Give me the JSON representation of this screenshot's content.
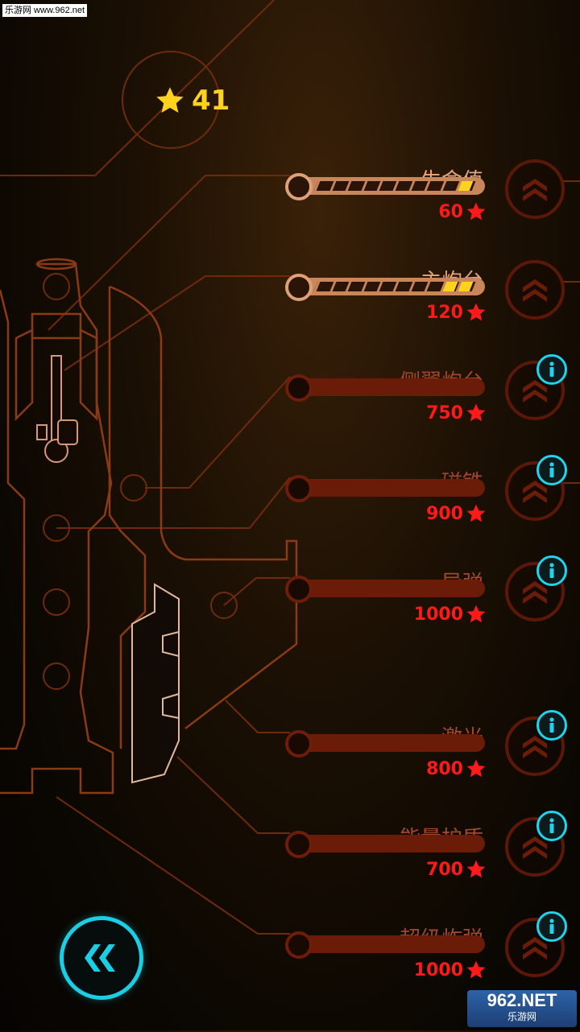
{
  "watermark": {
    "top_text": "乐游网 www.962.net",
    "logo_text": "962.NET",
    "logo_subtext": "乐游网"
  },
  "stars": {
    "value": "41",
    "icon": "star-icon",
    "color": "#ffd21e"
  },
  "upgrades": [
    {
      "name": "生命值",
      "cost": "60",
      "locked": false,
      "level": 1,
      "max_level": 10
    },
    {
      "name": "主炮台",
      "cost": "120",
      "locked": false,
      "level": 2,
      "max_level": 10
    },
    {
      "name": "侧翼炮台",
      "cost": "750",
      "locked": true,
      "level": 0,
      "max_level": 10
    },
    {
      "name": "磁铁",
      "cost": "900",
      "locked": true,
      "level": 0,
      "max_level": 10
    },
    {
      "name": "导弹",
      "cost": "1000",
      "locked": true,
      "level": 0,
      "max_level": 10
    },
    {
      "name": "激光",
      "cost": "800",
      "locked": true,
      "level": 0,
      "max_level": 10
    },
    {
      "name": "能量护盾",
      "cost": "700",
      "locked": true,
      "level": 0,
      "max_level": 10
    },
    {
      "name": "超级炸弹",
      "cost": "1000",
      "locked": true,
      "level": 0,
      "max_level": 10
    }
  ],
  "icons": {
    "upgrade": "double-chevron-up-icon",
    "info": "info-icon",
    "back": "double-chevron-left-icon",
    "cost": "red-star-icon"
  },
  "colors": {
    "accent": "#19cfe6",
    "cost": "#ff1a1a",
    "label_unlocked": "#e8a67a",
    "label_locked": "#a5472a"
  }
}
